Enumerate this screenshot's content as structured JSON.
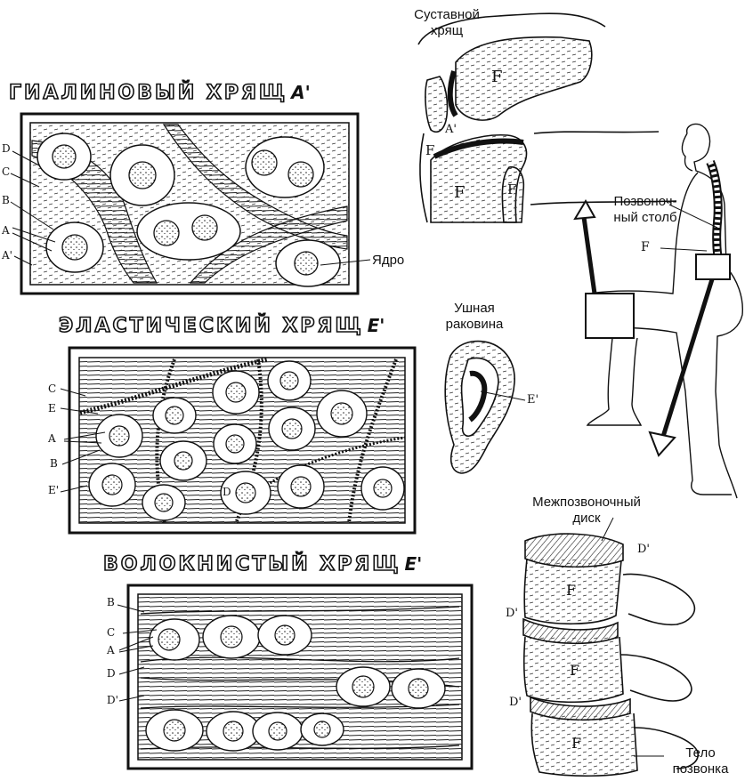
{
  "headings": {
    "hyaline": "ГИАЛИНОВЫЙ ХРЯЩ",
    "hyaline_suffix": "A'",
    "elastic": "ЭЛАСТИЧЕСКИЙ ХРЯЩ",
    "elastic_suffix": "E'",
    "fibrous": "ВОЛОКНИСТЫЙ ХРЯЩ",
    "fibrous_suffix": "E'"
  },
  "captions": {
    "articular_1": "Суставной",
    "articular_2": "хрящ",
    "spine_1": "Позвоноч-",
    "spine_2": "ный столб",
    "nucleus": "Ядро",
    "auricle_1": "Ушная",
    "auricle_2": "раковина",
    "disc_1": "Межпозвоночный",
    "disc_2": "диск",
    "vertebra_1": "Тело",
    "vertebra_2": "позвонка"
  },
  "letters": {
    "hyaline": [
      "D",
      "C",
      "B",
      "A",
      "A'"
    ],
    "elastic": [
      "C",
      "E",
      "A",
      "B",
      "E'",
      "D"
    ],
    "fibrous": [
      "B",
      "C",
      "A",
      "D",
      "D'"
    ],
    "knee": [
      "F",
      "F",
      "A'",
      "F",
      "F"
    ],
    "body": "F",
    "ear": "E'",
    "spine": [
      "D'",
      "D'",
      "D'",
      "F",
      "F",
      "F"
    ]
  }
}
